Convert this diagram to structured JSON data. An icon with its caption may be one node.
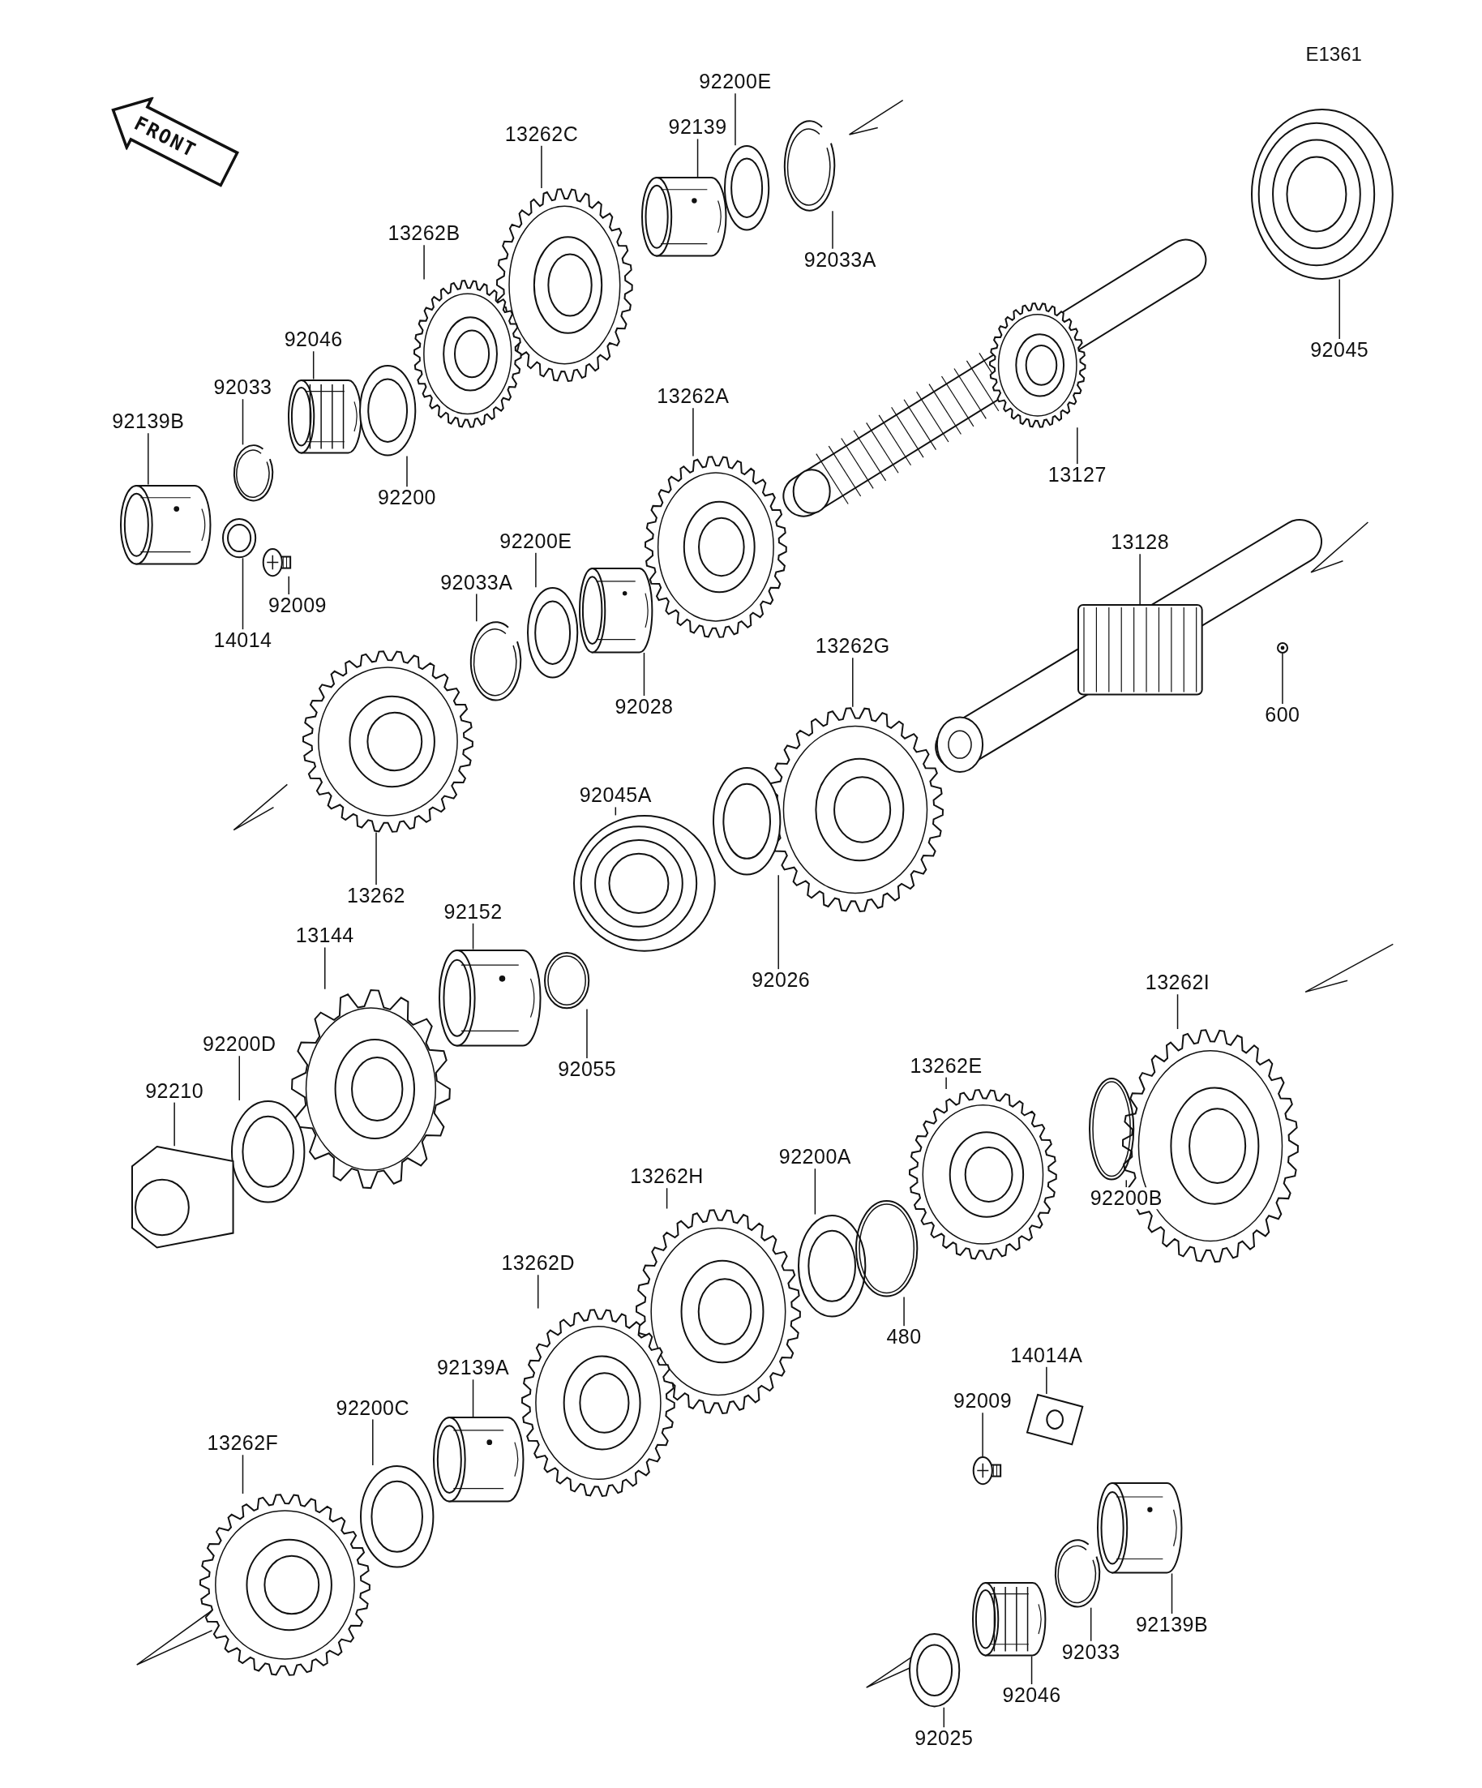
{
  "diagram": {
    "nodes": [
      {
        "text": [
          "13262C"
        ]
      },
      {
        "text": [],
        "shape": "picture"
      },
      {
        "text": [
          "92139"
        ]
      },
      {
        "text": [],
        "shape": "picture"
      },
      {
        "text": [
          "92200E"
        ]
      },
      {
        "text": [],
        "shape": "picture"
      },
      {
        "text": [
          "92033A"
        ]
      },
      {
        "text": [],
        "shape": "picture"
      },
      {
        "text": [
          "13262B"
        ]
      },
      {
        "text": [],
        "shape": "picture"
      },
      {
        "text": [
          "92046"
        ]
      },
      {
        "text": [],
        "shape": "picture"
      },
      {
        "text": [
          "92033"
        ]
      },
      {
        "text": [],
        "shape": "picture"
      },
      {
        "text": [
          "92139B"
        ]
      },
      {
        "text": [],
        "shape": "picture"
      },
      {
        "text": [
          "92200"
        ]
      },
      {
        "text": [],
        "shape": "picture"
      },
      {
        "text": [
          "92009"
        ]
      },
      {
        "text": [],
        "shape": "picture"
      },
      {
        "text": [
          "14014"
        ]
      },
      {
        "text": [],
        "shape": "picture"
      },
      {
        "text": [
          "92045"
        ]
      },
      {
        "text": [],
        "shape": "picture"
      },
      {
        "text": [
          "13127"
        ]
      },
      {
        "text": [],
        "shape": "picture"
      },
      {
        "text": [
          "13262A"
        ]
      },
      {
        "text": [],
        "shape": "picture"
      },
      {
        "text": [
          "13128"
        ]
      },
      {
        "text": [],
        "shape": "picture"
      },
      {
        "text": [
          "600"
        ]
      },
      {
        "text": [],
        "shape": "circle"
      },
      {
        "text": [
          "92200E"
        ]
      },
      {
        "text": [],
        "shape": "picture"
      },
      {
        "text": [
          "92033A"
        ]
      },
      {
        "text": [],
        "shape": "picture"
      },
      {
        "text": [
          "92028"
        ]
      },
      {
        "text": [],
        "shape": "picture"
      },
      {
        "text": [
          "13262G"
        ]
      },
      {
        "text": [],
        "shape": "picture"
      },
      {
        "text": [
          "13262"
        ]
      },
      {
        "text": [],
        "shape": "picture"
      },
      {
        "text": [
          "92045A"
        ]
      },
      {
        "text": [],
        "shape": "picture"
      },
      {
        "text": [
          "92026"
        ]
      },
      {
        "text": [],
        "shape": "picture"
      },
      {
        "text": [
          "92152"
        ]
      },
      {
        "text": [],
        "shape": "picture"
      },
      {
        "text": [
          "13144"
        ]
      },
      {
        "text": [],
        "shape": "picture"
      },
      {
        "text": [
          "92055"
        ]
      },
      {
        "text": [],
        "shape": "picture"
      },
      {
        "text": [
          "92200D"
        ]
      },
      {
        "text": [],
        "shape": "picture"
      },
      {
        "text": [
          "92210"
        ]
      },
      {
        "text": [],
        "shape": "picture"
      },
      {
        "text": [
          "13262I"
        ]
      },
      {
        "text": [],
        "shape": "picture"
      },
      {
        "text": [
          "13262E"
        ]
      },
      {
        "text": [],
        "shape": "picture"
      },
      {
        "text": [
          "92200B"
        ]
      },
      {
        "text": [],
        "shape": "picture"
      },
      {
        "text": [
          "92200A"
        ]
      },
      {
        "text": [],
        "shape": "picture"
      },
      {
        "text": [
          "480"
        ]
      },
      {
        "text": [],
        "shape": "picture"
      },
      {
        "text": [
          "13262H"
        ]
      },
      {
        "text": [],
        "shape": "picture"
      },
      {
        "text": [
          "13262D"
        ]
      },
      {
        "text": [],
        "shape": "picture"
      },
      {
        "text": [
          "92139A"
        ]
      },
      {
        "text": [],
        "shape": "picture"
      },
      {
        "text": [
          "92200C"
        ]
      },
      {
        "text": [],
        "shape": "picture"
      },
      {
        "text": [
          "13262F"
        ]
      },
      {
        "text": [],
        "shape": "picture"
      },
      {
        "text": [
          "14014A"
        ]
      },
      {
        "text": [],
        "shape": "picture"
      },
      {
        "text": [
          "92009"
        ]
      },
      {
        "text": [],
        "shape": "picture"
      },
      {
        "text": [
          "92139B"
        ]
      },
      {
        "text": [],
        "shape": "picture"
      },
      {
        "text": [
          "92033"
        ]
      },
      {
        "text": [],
        "shape": "picture"
      },
      {
        "text": [
          "92046"
        ]
      },
      {
        "text": [],
        "shape": "picture"
      },
      {
        "text": [
          "92025"
        ]
      },
      {
        "text": [],
        "shape": "picture"
      }
    ],
    "edges": [
      {
        "from": 0,
        "to": 1,
        "arrow": "none"
      },
      {
        "from": 2,
        "to": 3,
        "arrow": "none"
      },
      {
        "from": 4,
        "to": 5,
        "arrow": "none"
      },
      {
        "from": 6,
        "to": 7,
        "arrow": "none"
      },
      {
        "from": 8,
        "to": 9,
        "arrow": "none"
      },
      {
        "from": 10,
        "to": 11,
        "arrow": "none"
      },
      {
        "from": 12,
        "to": 13,
        "arrow": "none"
      },
      {
        "from": 14,
        "to": 15,
        "arrow": "none"
      },
      {
        "from": 16,
        "to": 17,
        "arrow": "none"
      },
      {
        "from": 18,
        "to": 19,
        "arrow": "none"
      },
      {
        "from": 20,
        "to": 21,
        "arrow": "none"
      },
      {
        "from": 22,
        "to": 23,
        "arrow": "none"
      },
      {
        "from": 24,
        "to": 25,
        "arrow": "none"
      },
      {
        "from": 26,
        "to": 27,
        "arrow": "none"
      },
      {
        "from": 28,
        "to": 29,
        "arrow": "none"
      },
      {
        "from": 30,
        "to": 31,
        "arrow": "none"
      },
      {
        "from": 32,
        "to": 33,
        "arrow": "none"
      },
      {
        "from": 34,
        "to": 35,
        "arrow": "none"
      },
      {
        "from": 36,
        "to": 37,
        "arrow": "none"
      },
      {
        "from": 38,
        "to": 39,
        "arrow": "none"
      },
      {
        "from": 40,
        "to": 41,
        "arrow": "none"
      },
      {
        "from": 42,
        "to": 43,
        "arrow": "none"
      },
      {
        "from": 44,
        "to": 45,
        "arrow": "none"
      },
      {
        "from": 46,
        "to": 47,
        "arrow": "none"
      },
      {
        "from": 48,
        "to": 49,
        "arrow": "none"
      },
      {
        "from": 50,
        "to": 51,
        "arrow": "none"
      },
      {
        "from": 52,
        "to": 53,
        "arrow": "none"
      },
      {
        "from": 54,
        "to": 55,
        "arrow": "none"
      },
      {
        "from": 56,
        "to": 57,
        "arrow": "none"
      },
      {
        "from": 58,
        "to": 59,
        "arrow": "none"
      },
      {
        "from": 60,
        "to": 61,
        "arrow": "none"
      },
      {
        "from": 62,
        "to": 63,
        "arrow": "none"
      },
      {
        "from": 64,
        "to": 65,
        "arrow": "none"
      },
      {
        "from": 66,
        "to": 67,
        "arrow": "none"
      },
      {
        "from": 68,
        "to": 69,
        "arrow": "none"
      },
      {
        "from": 70,
        "to": 71,
        "arrow": "none"
      },
      {
        "from": 72,
        "to": 73,
        "arrow": "none"
      },
      {
        "from": 74,
        "to": 75,
        "arrow": "none"
      },
      {
        "from": 76,
        "to": 77,
        "arrow": "none"
      },
      {
        "from": 78,
        "to": 79,
        "arrow": "none"
      },
      {
        "from": 80,
        "to": 81,
        "arrow": "none"
      },
      {
        "from": 82,
        "to": 83,
        "arrow": "none"
      },
      {
        "from": 84,
        "to": 85,
        "arrow": "none"
      },
      {
        "from": 86,
        "to": 87,
        "arrow": "none"
      }
    ],
    "labels": [
      "E1361",
      "FRONT"
    ]
  }
}
